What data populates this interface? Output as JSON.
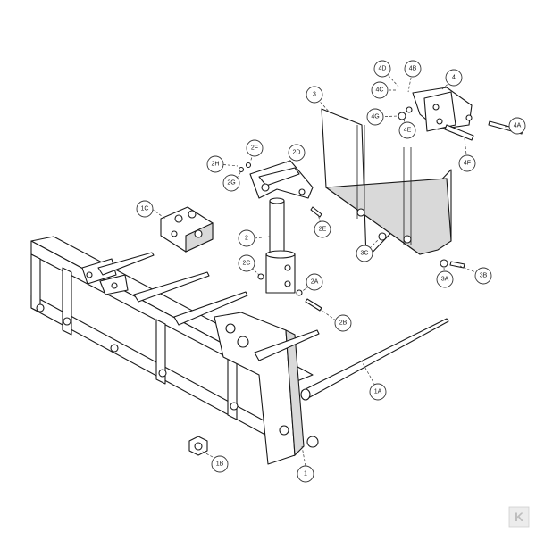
{
  "diagram": {
    "callouts": [
      {
        "id": "c-1",
        "label": "1"
      },
      {
        "id": "c-1A",
        "label": "1A"
      },
      {
        "id": "c-1B",
        "label": "1B"
      },
      {
        "id": "c-1C",
        "label": "1C"
      },
      {
        "id": "c-2",
        "label": "2"
      },
      {
        "id": "c-2A",
        "label": "2A"
      },
      {
        "id": "c-2B",
        "label": "2B"
      },
      {
        "id": "c-2C",
        "label": "2C"
      },
      {
        "id": "c-2D",
        "label": "2D"
      },
      {
        "id": "c-2E",
        "label": "2E"
      },
      {
        "id": "c-2F",
        "label": "2F"
      },
      {
        "id": "c-2G",
        "label": "2G"
      },
      {
        "id": "c-2H",
        "label": "2H"
      },
      {
        "id": "c-3",
        "label": "3"
      },
      {
        "id": "c-3A",
        "label": "3A"
      },
      {
        "id": "c-3B",
        "label": "3B"
      },
      {
        "id": "c-3C",
        "label": "3C"
      },
      {
        "id": "c-4",
        "label": "4"
      },
      {
        "id": "c-4A",
        "label": "4A"
      },
      {
        "id": "c-4B",
        "label": "4B"
      },
      {
        "id": "c-4C",
        "label": "4C"
      },
      {
        "id": "c-4D",
        "label": "4D"
      },
      {
        "id": "c-4E",
        "label": "4E"
      },
      {
        "id": "c-4F",
        "label": "4F"
      },
      {
        "id": "c-4G",
        "label": "4G"
      }
    ],
    "logo": {
      "text": "K",
      "color": "#bdbdbd"
    },
    "colors": {
      "line": "#1a1a1a",
      "background": "#ffffff",
      "shade": "#d9d9d9"
    }
  }
}
